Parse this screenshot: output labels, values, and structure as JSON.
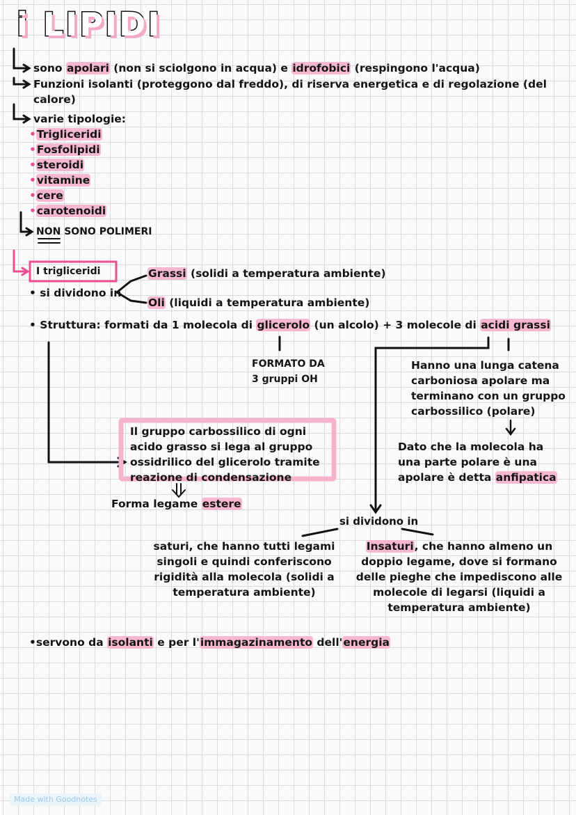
{
  "title": "i LIPIDI",
  "intro": {
    "line1_a": "sono ",
    "line1_b": "apolari",
    "line1_c": " (non si sciolgono in acqua) e ",
    "line1_d": "idrofobici",
    "line1_e": " (respingono l'acqua)",
    "line2_a": "Funzioni isolanti (proteggono dal freddo), di riserva energetica e di regolazione (del",
    "line2_b": "calore)",
    "line3": "varie tipologie:"
  },
  "types": [
    "Trigliceridi",
    "Fosfolipidi",
    "steroidi",
    "vitamine",
    "cere",
    "carotenoidi"
  ],
  "not_polymers": {
    "a": "NON",
    "b": " SONO POLIMERI"
  },
  "triglycerides": {
    "box": "I trigliceridi",
    "divide": "• si dividono in",
    "fats_a": "Grassi",
    "fats_b": " (solidi a temperatura ambiente)",
    "oils_a": "Oli",
    "oils_b": " (liquidi a temperatura ambiente)"
  },
  "structure": {
    "a": "• Struttura: formati da 1 molecola di ",
    "b": "glicerolo",
    "c": " (un alcolo) + 3 molecole di ",
    "d": "acidi grassi"
  },
  "glycerol_note": [
    "FORMATO DA",
    "3 gruppi OH"
  ],
  "fatty_acid_note": [
    "Hanno una lunga catena",
    "carboniosa apolare ma",
    "terminano con un gruppo",
    "carbossilico (polare)"
  ],
  "amphipathic_note": {
    "l1": "Dato che la molecola ha",
    "l2": "una parte polare è una",
    "l3a": "apolare è detta ",
    "l3b": "anfipatica"
  },
  "bond_box": [
    "Il gruppo carbossilico di ogni",
    "acido grasso si lega al gruppo",
    "ossidrilico del glicerolo tramite",
    "reazione di condensazione"
  ],
  "ester": {
    "a": "Forma legame ",
    "b": "estere"
  },
  "fatty_divide": "si dividono in",
  "saturated": [
    "saturi, che hanno tutti legami",
    "singoli e quindi conferiscono",
    "rigidità alla molecola (solidi a",
    "temperatura ambiente)"
  ],
  "unsaturated": {
    "first_a": "Insaturi",
    "first_b": ", che hanno almeno un",
    "rest": [
      "doppio legame, dove si formano",
      "delle pieghe che impediscono alle",
      "molecole di legarsi (liquidi a",
      "temperatura ambiente)"
    ]
  },
  "uses": {
    "a": "•servono da ",
    "b": "isolanti",
    "c": " e per l'",
    "d": "immagazinamento",
    "e": " dell'",
    "f": "energia"
  },
  "footer": "Made with Goodnotes"
}
